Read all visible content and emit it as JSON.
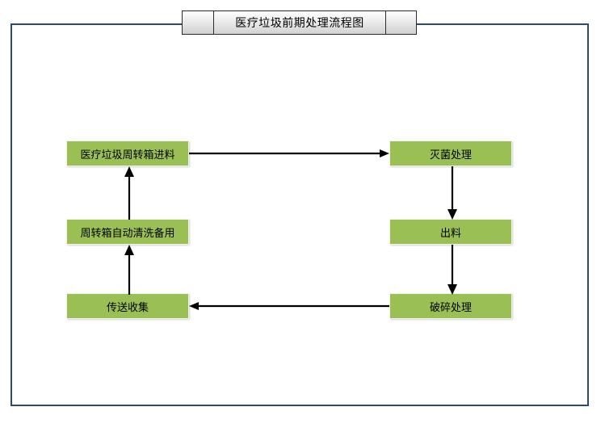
{
  "title_banner": {
    "title": "医疗垃圾前期处理流程图",
    "left_tab": "",
    "right_tab": ""
  },
  "colors": {
    "frame_border": "#2b4a6f",
    "node_fill": "#9abf54",
    "node_border": "#f2f6ea",
    "arrow": "#000000",
    "banner_border": "#2b2b2b",
    "text": "#000000"
  },
  "nodes": [
    {
      "id": "feed",
      "label": "医疗垃圾周转箱进料",
      "column": "left",
      "row": 1
    },
    {
      "id": "wash",
      "label": "周转箱自动清洗备用",
      "column": "left",
      "row": 2
    },
    {
      "id": "collect",
      "label": "传送收集",
      "column": "left",
      "row": 3
    },
    {
      "id": "sterilize",
      "label": "灭菌处理",
      "column": "right",
      "row": 1
    },
    {
      "id": "discharge",
      "label": "出料",
      "column": "right",
      "row": 2
    },
    {
      "id": "crush",
      "label": "破碎处理",
      "column": "right",
      "row": 3
    }
  ],
  "connectors": [
    {
      "id": "feed-to-sterilize",
      "from": "feed",
      "to": "sterilize",
      "direction": "right",
      "label": ""
    },
    {
      "id": "sterilize-to-discharge",
      "from": "sterilize",
      "to": "discharge",
      "direction": "down",
      "label": ""
    },
    {
      "id": "discharge-to-crush",
      "from": "discharge",
      "to": "crush",
      "direction": "down",
      "label": ""
    },
    {
      "id": "crush-to-collect",
      "from": "crush",
      "to": "collect",
      "direction": "left",
      "label": ""
    },
    {
      "id": "collect-to-wash",
      "from": "collect",
      "to": "wash",
      "direction": "up",
      "label": ""
    },
    {
      "id": "wash-to-feed",
      "from": "wash",
      "to": "feed",
      "direction": "up",
      "label": ""
    }
  ]
}
